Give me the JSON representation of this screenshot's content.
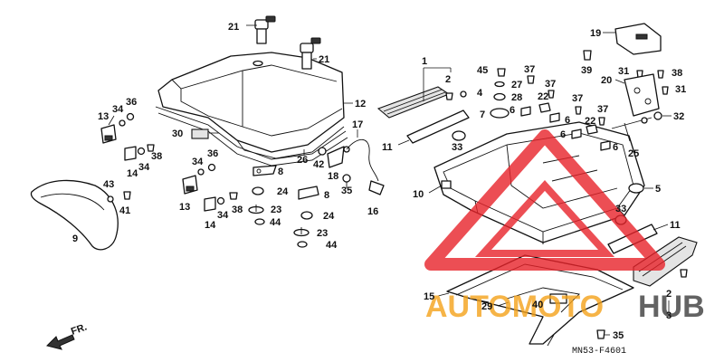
{
  "diagram": {
    "diagram_code": "MN53-F4601",
    "direction_label": "FR.",
    "watermark": {
      "word_a": "AUTOMOTO",
      "word_b": "HUB",
      "color_a": "#f4a21a",
      "color_b": "#3d3d3d",
      "mark_color": "#e8232a"
    },
    "callouts": [
      {
        "id": "c21a",
        "text": "21"
      },
      {
        "id": "c21b",
        "text": "21"
      },
      {
        "id": "c12",
        "text": "12"
      },
      {
        "id": "c13a",
        "text": "13"
      },
      {
        "id": "c34a",
        "text": "34"
      },
      {
        "id": "c36a",
        "text": "36"
      },
      {
        "id": "c14a",
        "text": "14"
      },
      {
        "id": "c34b",
        "text": "34"
      },
      {
        "id": "c38a",
        "text": "38"
      },
      {
        "id": "c30",
        "text": "30"
      },
      {
        "id": "c26",
        "text": "26"
      },
      {
        "id": "c17",
        "text": "17"
      },
      {
        "id": "c42",
        "text": "42"
      },
      {
        "id": "c18",
        "text": "18"
      },
      {
        "id": "c35a",
        "text": "35"
      },
      {
        "id": "c16",
        "text": "16"
      },
      {
        "id": "c34c",
        "text": "34"
      },
      {
        "id": "c36b",
        "text": "36"
      },
      {
        "id": "c8a",
        "text": "8"
      },
      {
        "id": "c24a",
        "text": "24"
      },
      {
        "id": "c8b",
        "text": "8"
      },
      {
        "id": "c13b",
        "text": "13"
      },
      {
        "id": "c14b",
        "text": "14"
      },
      {
        "id": "c34d",
        "text": "34"
      },
      {
        "id": "c38b",
        "text": "38"
      },
      {
        "id": "c23a",
        "text": "23"
      },
      {
        "id": "c44a",
        "text": "44"
      },
      {
        "id": "c24b",
        "text": "24"
      },
      {
        "id": "c23b",
        "text": "23"
      },
      {
        "id": "c44b",
        "text": "44"
      },
      {
        "id": "c43",
        "text": "43"
      },
      {
        "id": "c41",
        "text": "41"
      },
      {
        "id": "c9",
        "text": "9"
      },
      {
        "id": "c1",
        "text": "1"
      },
      {
        "id": "c2a",
        "text": "2"
      },
      {
        "id": "c4",
        "text": "4"
      },
      {
        "id": "c11a",
        "text": "11"
      },
      {
        "id": "c45",
        "text": "45"
      },
      {
        "id": "c27",
        "text": "27"
      },
      {
        "id": "c28",
        "text": "28"
      },
      {
        "id": "c37a",
        "text": "37"
      },
      {
        "id": "c37b",
        "text": "37"
      },
      {
        "id": "c22a",
        "text": "22"
      },
      {
        "id": "c7",
        "text": "7"
      },
      {
        "id": "c6a",
        "text": "6"
      },
      {
        "id": "c6b",
        "text": "6"
      },
      {
        "id": "c37c",
        "text": "37"
      },
      {
        "id": "c22b",
        "text": "22"
      },
      {
        "id": "c6c",
        "text": "6"
      },
      {
        "id": "c37d",
        "text": "37"
      },
      {
        "id": "c6d",
        "text": "6"
      },
      {
        "id": "c33a",
        "text": "33"
      },
      {
        "id": "c10",
        "text": "10"
      },
      {
        "id": "c19",
        "text": "19"
      },
      {
        "id": "c39",
        "text": "39"
      },
      {
        "id": "c31a",
        "text": "31"
      },
      {
        "id": "c38c",
        "text": "38"
      },
      {
        "id": "c20",
        "text": "20"
      },
      {
        "id": "c31b",
        "text": "31"
      },
      {
        "id": "c32",
        "text": "32"
      },
      {
        "id": "c25",
        "text": "25"
      },
      {
        "id": "c5",
        "text": "5"
      },
      {
        "id": "c33b",
        "text": "33"
      },
      {
        "id": "c11b",
        "text": "11"
      },
      {
        "id": "c2b",
        "text": "2"
      },
      {
        "id": "c3",
        "text": "3"
      },
      {
        "id": "c15",
        "text": "15"
      },
      {
        "id": "c29",
        "text": "29"
      },
      {
        "id": "c40",
        "text": "40"
      },
      {
        "id": "c35b",
        "text": "35"
      }
    ]
  }
}
